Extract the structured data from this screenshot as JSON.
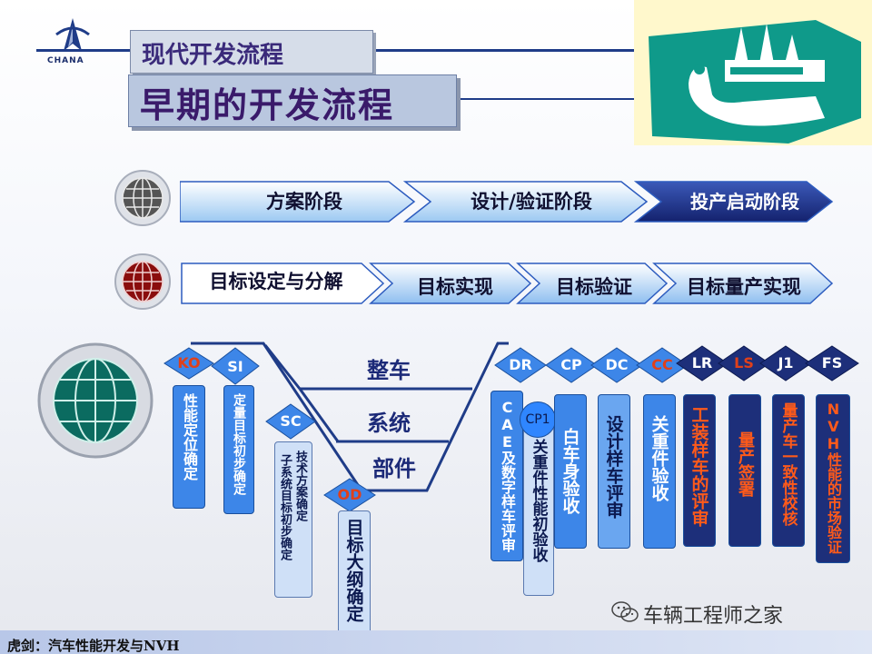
{
  "header": {
    "logo_text": "CHANA",
    "title_small": "现代开发流程",
    "title_big": "早期的开发流程"
  },
  "phase_row1": [
    "方案阶段",
    "设计/验证阶段",
    "投产启动阶段"
  ],
  "phase_row2": [
    "目标设定与分解",
    "目标实现",
    "目标验证",
    "目标量产实现"
  ],
  "vdiagram": {
    "levels": [
      "整车",
      "系统",
      "部件"
    ],
    "gates": {
      "ko": "KO",
      "si": "SI",
      "sc": "SC",
      "od": "OD",
      "dr": "DR",
      "cp": "CP",
      "dc": "DC",
      "cc": "CC",
      "lr": "LR",
      "ls": "LS",
      "j1": "J1",
      "fs": "FS",
      "cp1": "CP1"
    },
    "tasks": {
      "ko": "性能定位确定",
      "si": "定量目标初步确定",
      "sc_a": "技术方案确定",
      "sc_b": "子系统目标初步确定",
      "od": "目标大纲确定",
      "dr": "CAE及数字样车评审",
      "cp1": "关重件性能初验收",
      "cp": "白车身验收",
      "dc": "设计样车评审",
      "cc": "关重件验收",
      "lr": "工装样车的评审",
      "ls": "量产签署",
      "j1": "量产车一致性校核",
      "fs": "NVH性能的市场验证"
    }
  },
  "footer": "虎剑：汽车性能开发与NVH",
  "watermark": "车辆工程师之家",
  "colors": {
    "accent": "#1f3c88",
    "gate_red": "#e0401a",
    "box_blue": "#3d86e8",
    "box_dark": "#1d2f7a"
  }
}
